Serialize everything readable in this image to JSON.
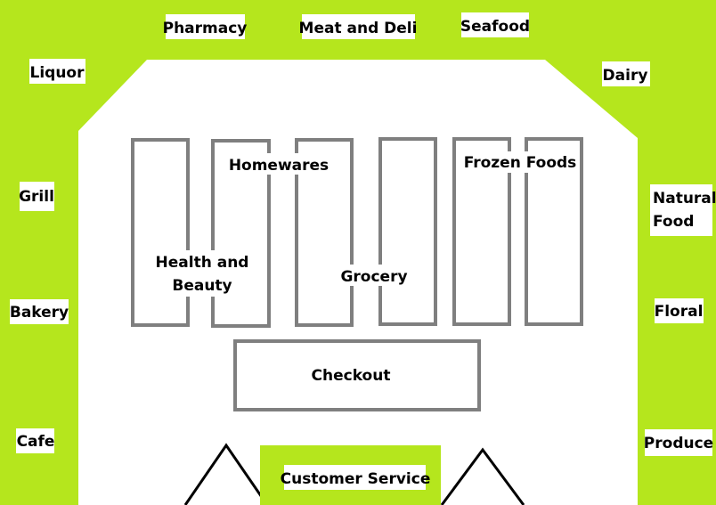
{
  "colors": {
    "perimeter": "#b5e61d",
    "floor": "#ffffff",
    "aisle_stroke": "#7f7f7f",
    "label_background": "#ffffff",
    "text": "#000000",
    "entrance_line": "#000000"
  },
  "perimeter_departments": {
    "pharmacy": "Pharmacy",
    "meat_and_deli": "Meat and Deli",
    "seafood": "Seafood",
    "liquor": "Liquor",
    "dairy": "Dairy",
    "grill": "Grill",
    "natural_food_line1": "Natural",
    "natural_food_line2": "Food",
    "bakery": "Bakery",
    "floral": "Floral",
    "cafe": "Cafe",
    "produce": "Produce"
  },
  "floor_sections": {
    "homewares": "Homewares",
    "frozen_foods": "Frozen Foods",
    "health_beauty_line1": "Health and",
    "health_beauty_line2": "Beauty",
    "grocery": "Grocery",
    "checkout": "Checkout",
    "customer_service": "Customer Service"
  }
}
